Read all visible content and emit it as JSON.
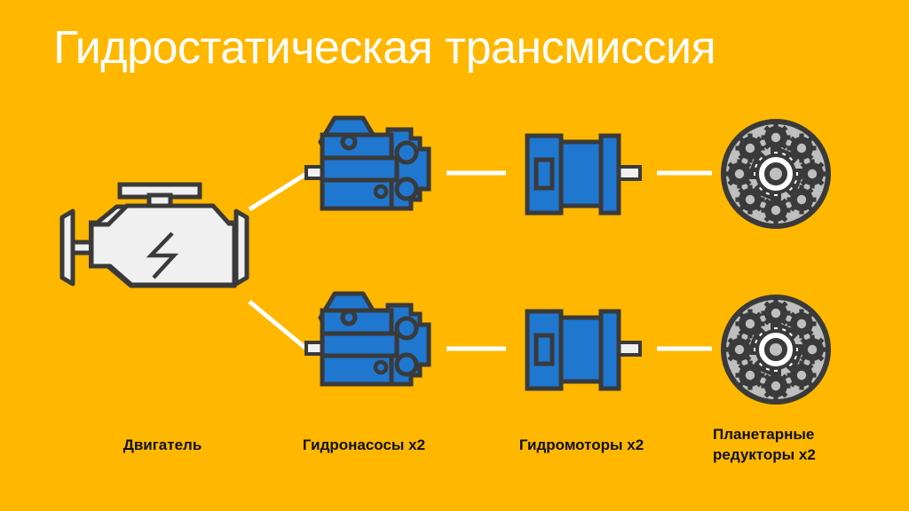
{
  "page": {
    "title": "Гидростатическая трансмиссия",
    "background_color": "#FFB700"
  },
  "colors": {
    "background": "#FFB700",
    "title_text": "#FFFFFF",
    "label_text": "#111111",
    "component_blue": "#1F77D0",
    "outline_dark": "#3A3A3A",
    "engine_fill": "#F0F0F0",
    "reducer_fill": "#BFBFBF",
    "gear_center_fill": "#FFFFFF",
    "connector_line": "#FFFFFF"
  },
  "labels": {
    "engine": "Двигатель",
    "pumps": "Гидронасосы x2",
    "motors": "Гидромоторы x2",
    "reducers": "Планетарные\nредукторы x2"
  },
  "components": [
    {
      "id": "engine",
      "name": "Двигатель",
      "icon": "engine-icon",
      "count": 1,
      "column": 1
    },
    {
      "id": "pumps",
      "name": "Гидронасосы x2",
      "icon": "pump-icon",
      "count": 2,
      "column": 2
    },
    {
      "id": "motors",
      "name": "Гидромоторы x2",
      "icon": "motor-icon",
      "count": 2,
      "column": 3
    },
    {
      "id": "reducers",
      "name": "Планетарные редукторы x2",
      "icon": "planetary-gear-icon",
      "count": 2,
      "column": 4
    }
  ],
  "flow": {
    "description": "engine -> 2 pumps -> 2 motors -> 2 planetary reducers",
    "connector_style": "white-line"
  }
}
